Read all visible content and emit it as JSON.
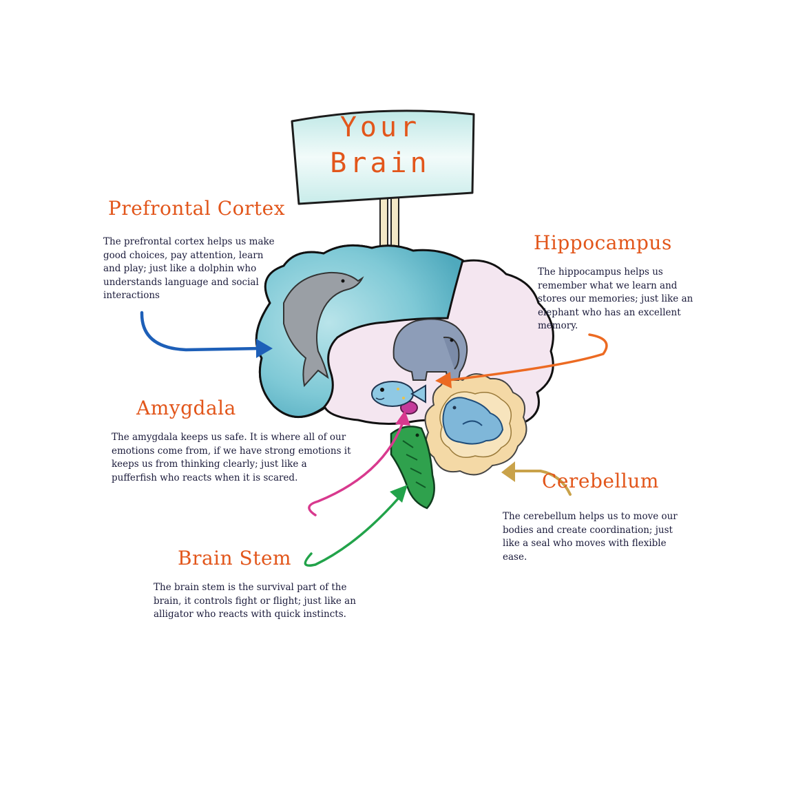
{
  "sign": {
    "line1": "Your",
    "line2": "Brain"
  },
  "regions": {
    "prefrontal_cortex": {
      "title": "Prefrontal Cortex",
      "description": "The prefrontal cortex helps us make good choices, pay attention, learn and play; just like a dolphin who understands language and social interactions",
      "color": "#1d5fb8"
    },
    "hippocampus": {
      "title": "Hippocampus",
      "description": "The hippocampus helps us remember what we learn and stores our memories; just like an elephant who has an excellent memory.",
      "color": "#ec6a22"
    },
    "amygdala": {
      "title": "Amygdala",
      "description": "The amygdala keeps us safe. It is where all of our emotions come from, if we have strong emotions it keeps us from thinking clearly; just like a pufferfish who reacts when it is scared.",
      "color": "#d8398e"
    },
    "cerebellum": {
      "title": "Cerebellum",
      "description": "The cerebellum helps us to move our bodies and create coordination; just like a seal who moves with flexible ease.",
      "color": "#c9a24a"
    },
    "brain_stem": {
      "title": "Brain Stem",
      "description": "The brain stem is the survival part of the brain, it controls fight or flight; just like an alligator who reacts with quick instincts.",
      "color": "#22a34a"
    }
  },
  "colors": {
    "title_orange": "#e2561b",
    "text_navy": "#1a1a3a",
    "cortex_teal": "#8fd0da",
    "brain_pink": "#f4e6f0",
    "cerebellum_tan": "#f4d9a6"
  },
  "icons": [
    "dolphin-icon",
    "elephant-icon",
    "pufferfish-icon",
    "seal-icon",
    "alligator-icon"
  ]
}
